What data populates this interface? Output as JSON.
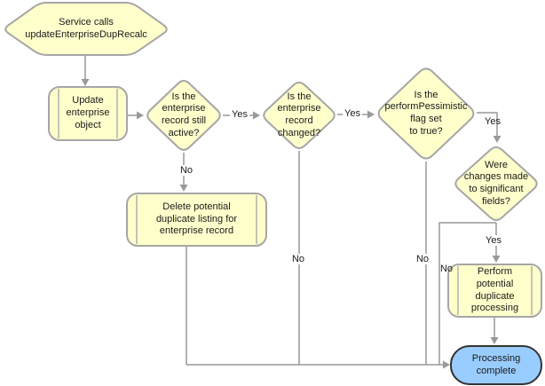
{
  "diagram": {
    "type": "flowchart",
    "nodes": {
      "start": {
        "shape": "hexagon",
        "label": "Service calls\nupdateEnterpriseDupRecalc"
      },
      "update": {
        "shape": "predefined-process",
        "label": "Update\nenterprise\nobject"
      },
      "record_active": {
        "shape": "decision-diamond",
        "label": "Is the\nenterprise\nrecord still\nactive?"
      },
      "record_changed": {
        "shape": "decision-diamond",
        "label": "Is the\nenterprise\nrecord\nchanged?"
      },
      "pessimistic_flag": {
        "shape": "decision-diamond",
        "label": "Is the\nperformPessimistic\nflag set\nto true?"
      },
      "significant_fields": {
        "shape": "decision-diamond",
        "label": "Were\nchanges made\nto significant\nfields?"
      },
      "delete_dup": {
        "shape": "predefined-process",
        "label": "Delete potential\nduplicate listing for\nenterprise record"
      },
      "perform_dup": {
        "shape": "predefined-process",
        "label": "Perform\npotential\nduplicate\nprocessing"
      },
      "complete": {
        "shape": "terminator",
        "label": "Processing\ncomplete"
      }
    },
    "edge_labels": {
      "yes1": "Yes",
      "yes2": "Yes",
      "yes3": "Yes",
      "yes4": "Yes",
      "no1": "No",
      "no2": "No",
      "no3": "No",
      "no4": "No"
    }
  },
  "colors": {
    "background": "#ffffff",
    "node_fill": "#ffffcc",
    "node_border": "#a6a6a6",
    "connector": "#999999",
    "end_fill": "#99ccff",
    "end_border": "#333333",
    "text": "#1a1a1a"
  }
}
